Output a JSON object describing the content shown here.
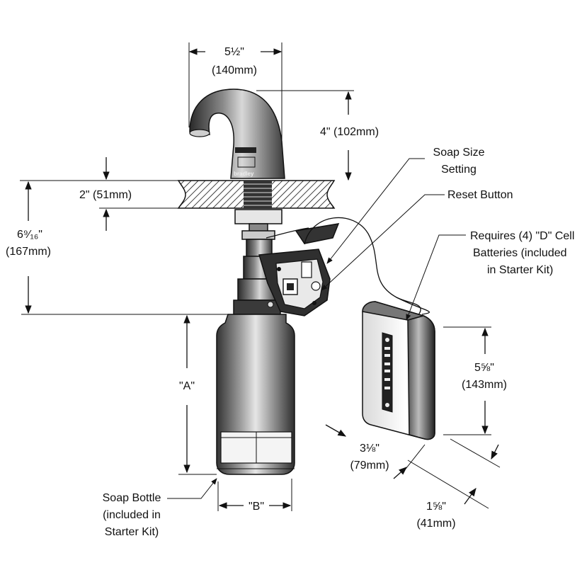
{
  "dimensions": {
    "spout_width_frac": "5½\"",
    "spout_width_mm": "(140mm)",
    "spout_height": "4\" (102mm)",
    "deck_thickness": "2\" (51mm)",
    "below_deck_frac": "6⁹⁄₁₆\"",
    "below_deck_mm": "(167mm)",
    "bottle_height": "\"A\"",
    "bottle_width": "\"B\"",
    "box_height_frac": "5⅝\"",
    "box_height_mm": "(143mm)",
    "box_width_frac": "3⅛\"",
    "box_width_mm": "(79mm)",
    "box_depth_frac": "1⅝\"",
    "box_depth_mm": "(41mm)"
  },
  "callouts": {
    "soap_size_line1": "Soap Size",
    "soap_size_line2": "Setting",
    "reset_button": "Reset Button",
    "batteries_line1": "Requires (4) \"D\" Cell",
    "batteries_line2": "Batteries  (included",
    "batteries_line3": "in Starter Kit)",
    "bottle_line1": "Soap Bottle",
    "bottle_line2": "(included in",
    "bottle_line3": "Starter Kit)"
  },
  "brand": "bradley"
}
